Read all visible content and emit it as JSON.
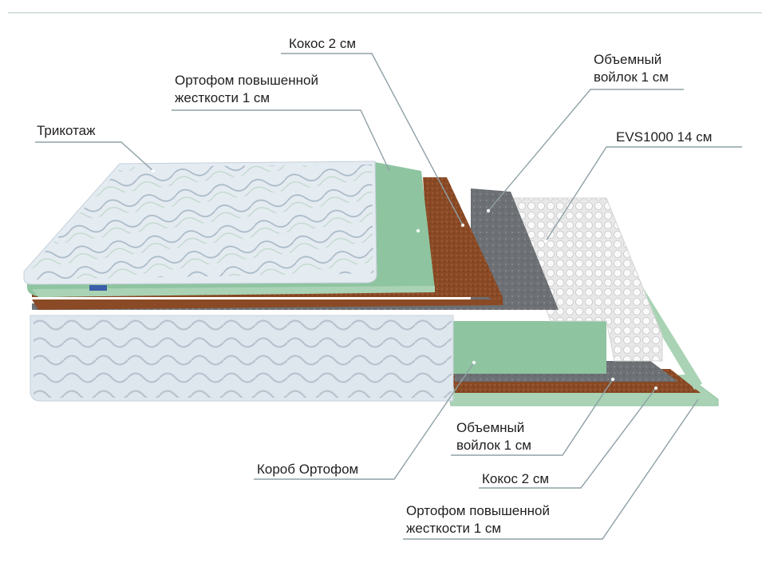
{
  "labels": {
    "knit": "Трикотаж",
    "orthofoam_top": [
      "Ортофом повышенной",
      "жесткости 1 см"
    ],
    "coconut_top": "Кокос 2 см",
    "felt_top": [
      "Объемный",
      "войлок 1 см"
    ],
    "springs": "EVS1000 14 см",
    "felt_bottom": [
      "Объемный",
      "войлок 1 см"
    ],
    "box": "Короб Ортофом",
    "coconut_bottom": "Кокос 2 см",
    "orthofoam_bottom": [
      "Ортофом повышенной",
      "жесткости 1 см"
    ]
  },
  "colors": {
    "knit": "#dfe7ee",
    "knit_pattern": "#a9b7c4",
    "foam": "#8fc4a0",
    "foam_light": "#a9d3b4",
    "coconut": "#8a4a25",
    "felt": "#6d7074",
    "spring": "#f2f2f2",
    "leader": "#8fa0a6",
    "divider": "#c9d8d8"
  }
}
